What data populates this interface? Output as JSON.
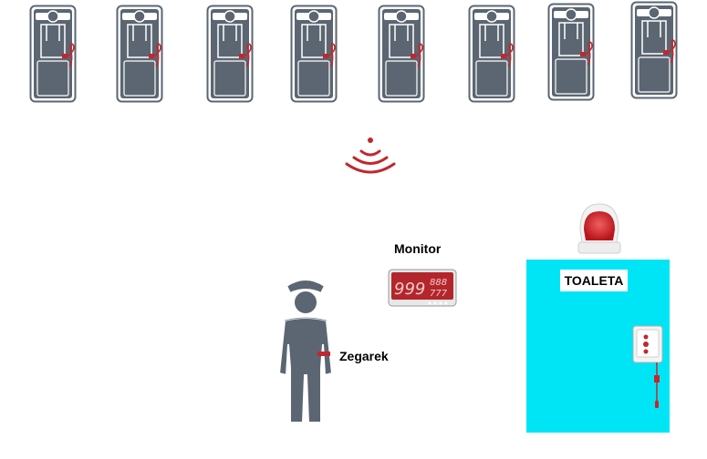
{
  "labels": {
    "monitor": "Monitor",
    "watch": "Zegarek",
    "toilet": "TOALETA"
  },
  "monitor_display": {
    "main": "999",
    "small_top": "888",
    "small_bottom": "777"
  },
  "beds": [
    {
      "icon": "patient-bed-icon"
    },
    {
      "icon": "patient-bed-icon"
    },
    {
      "icon": "patient-bed-icon"
    },
    {
      "icon": "patient-bed-icon"
    },
    {
      "icon": "patient-bed-icon"
    },
    {
      "icon": "patient-bed-icon"
    },
    {
      "icon": "patient-bed-icon"
    },
    {
      "icon": "patient-bed-icon"
    }
  ],
  "colors": {
    "accent_red": "#c0282d",
    "figure_gray": "#5b6672",
    "toilet_bg": "#00e5f6"
  }
}
